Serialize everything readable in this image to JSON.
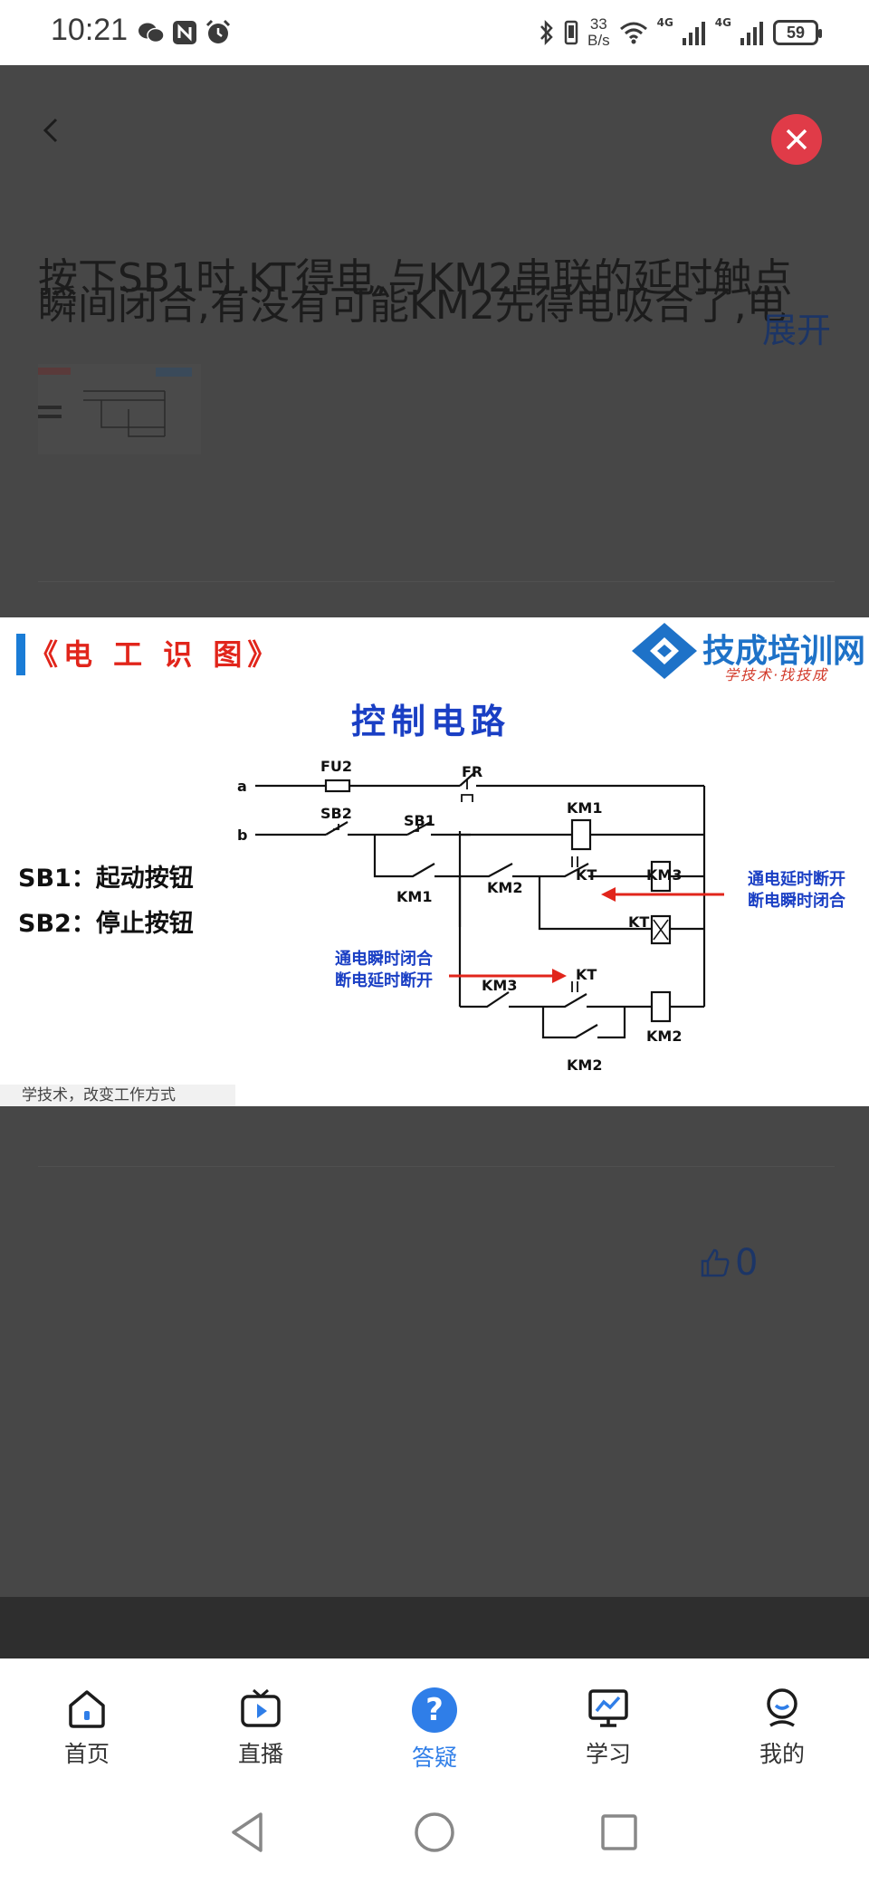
{
  "status_bar": {
    "time": "10:21",
    "net_speed_value": "33",
    "net_speed_unit": "B/s",
    "signal_1": "4G",
    "signal_2": "4G",
    "battery": "59",
    "icons": [
      "wechat-icon",
      "nfc-icon",
      "alarm-icon",
      "bluetooth-icon",
      "vibrate-icon",
      "wifi-icon",
      "signal-icon",
      "battery-icon"
    ]
  },
  "question": {
    "title": "按下SB1时,KT得电,与KM2串联的延时触点",
    "title_line2": "瞬间闭合,有没有可能KM2先得电吸合了,电",
    "expand_label": "展开",
    "likes": "0"
  },
  "image": {
    "tag": "《电 工 识 图》",
    "logo": "技成培训网",
    "logo_sub": "学技术·找技成",
    "slide_title": "控制电路",
    "legend_sb1": "SB1：起动按钮",
    "legend_sb2": "SB2：停止按钮",
    "annotation_right_1": "通电延时断开",
    "annotation_right_2": "断电瞬时闭合",
    "annotation_left_1": "通电瞬时闭合",
    "annotation_left_2": "断电延时断开",
    "footer": "学技术，改变工作方式",
    "labels": {
      "a": "a",
      "b": "b",
      "fu2": "FU2",
      "fr": "FR",
      "sb2": "SB2",
      "sb1": "SB1",
      "km1_coil": "KM1",
      "km1_contact": "KM1",
      "km2_contact": "KM2",
      "kt_contact1": "KT",
      "km3_coil": "KM3",
      "kt_coil": "KT",
      "km3_contact": "KM3",
      "kt_contact2": "KT",
      "km2_coil": "KM2",
      "km2_contact2": "KM2"
    }
  },
  "tabs": [
    {
      "label": "首页",
      "icon": "home-icon"
    },
    {
      "label": "直播",
      "icon": "tv-play-icon"
    },
    {
      "label": "答疑",
      "icon": "question-icon"
    },
    {
      "label": "学习",
      "icon": "monitor-chart-icon"
    },
    {
      "label": "我的",
      "icon": "profile-icon"
    }
  ],
  "colors": {
    "active": "#2f7ee8",
    "close": "#e03b48",
    "slide_red": "#e1251b",
    "slide_blue": "#1a3fc4"
  }
}
